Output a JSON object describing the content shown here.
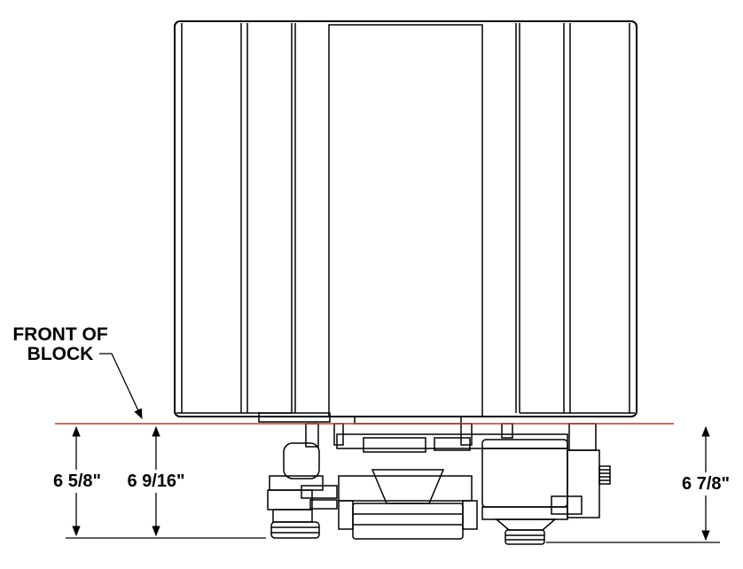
{
  "labels": {
    "front_of_block_line1": "FRONT OF",
    "front_of_block_line2": "BLOCK"
  },
  "dimensions": {
    "left_outer": "6 5/8\"",
    "left_inner": "6 9/16\"",
    "right": "6 7/8\""
  },
  "colors": {
    "reference_line": "#c0392b",
    "ink": "#000000"
  }
}
